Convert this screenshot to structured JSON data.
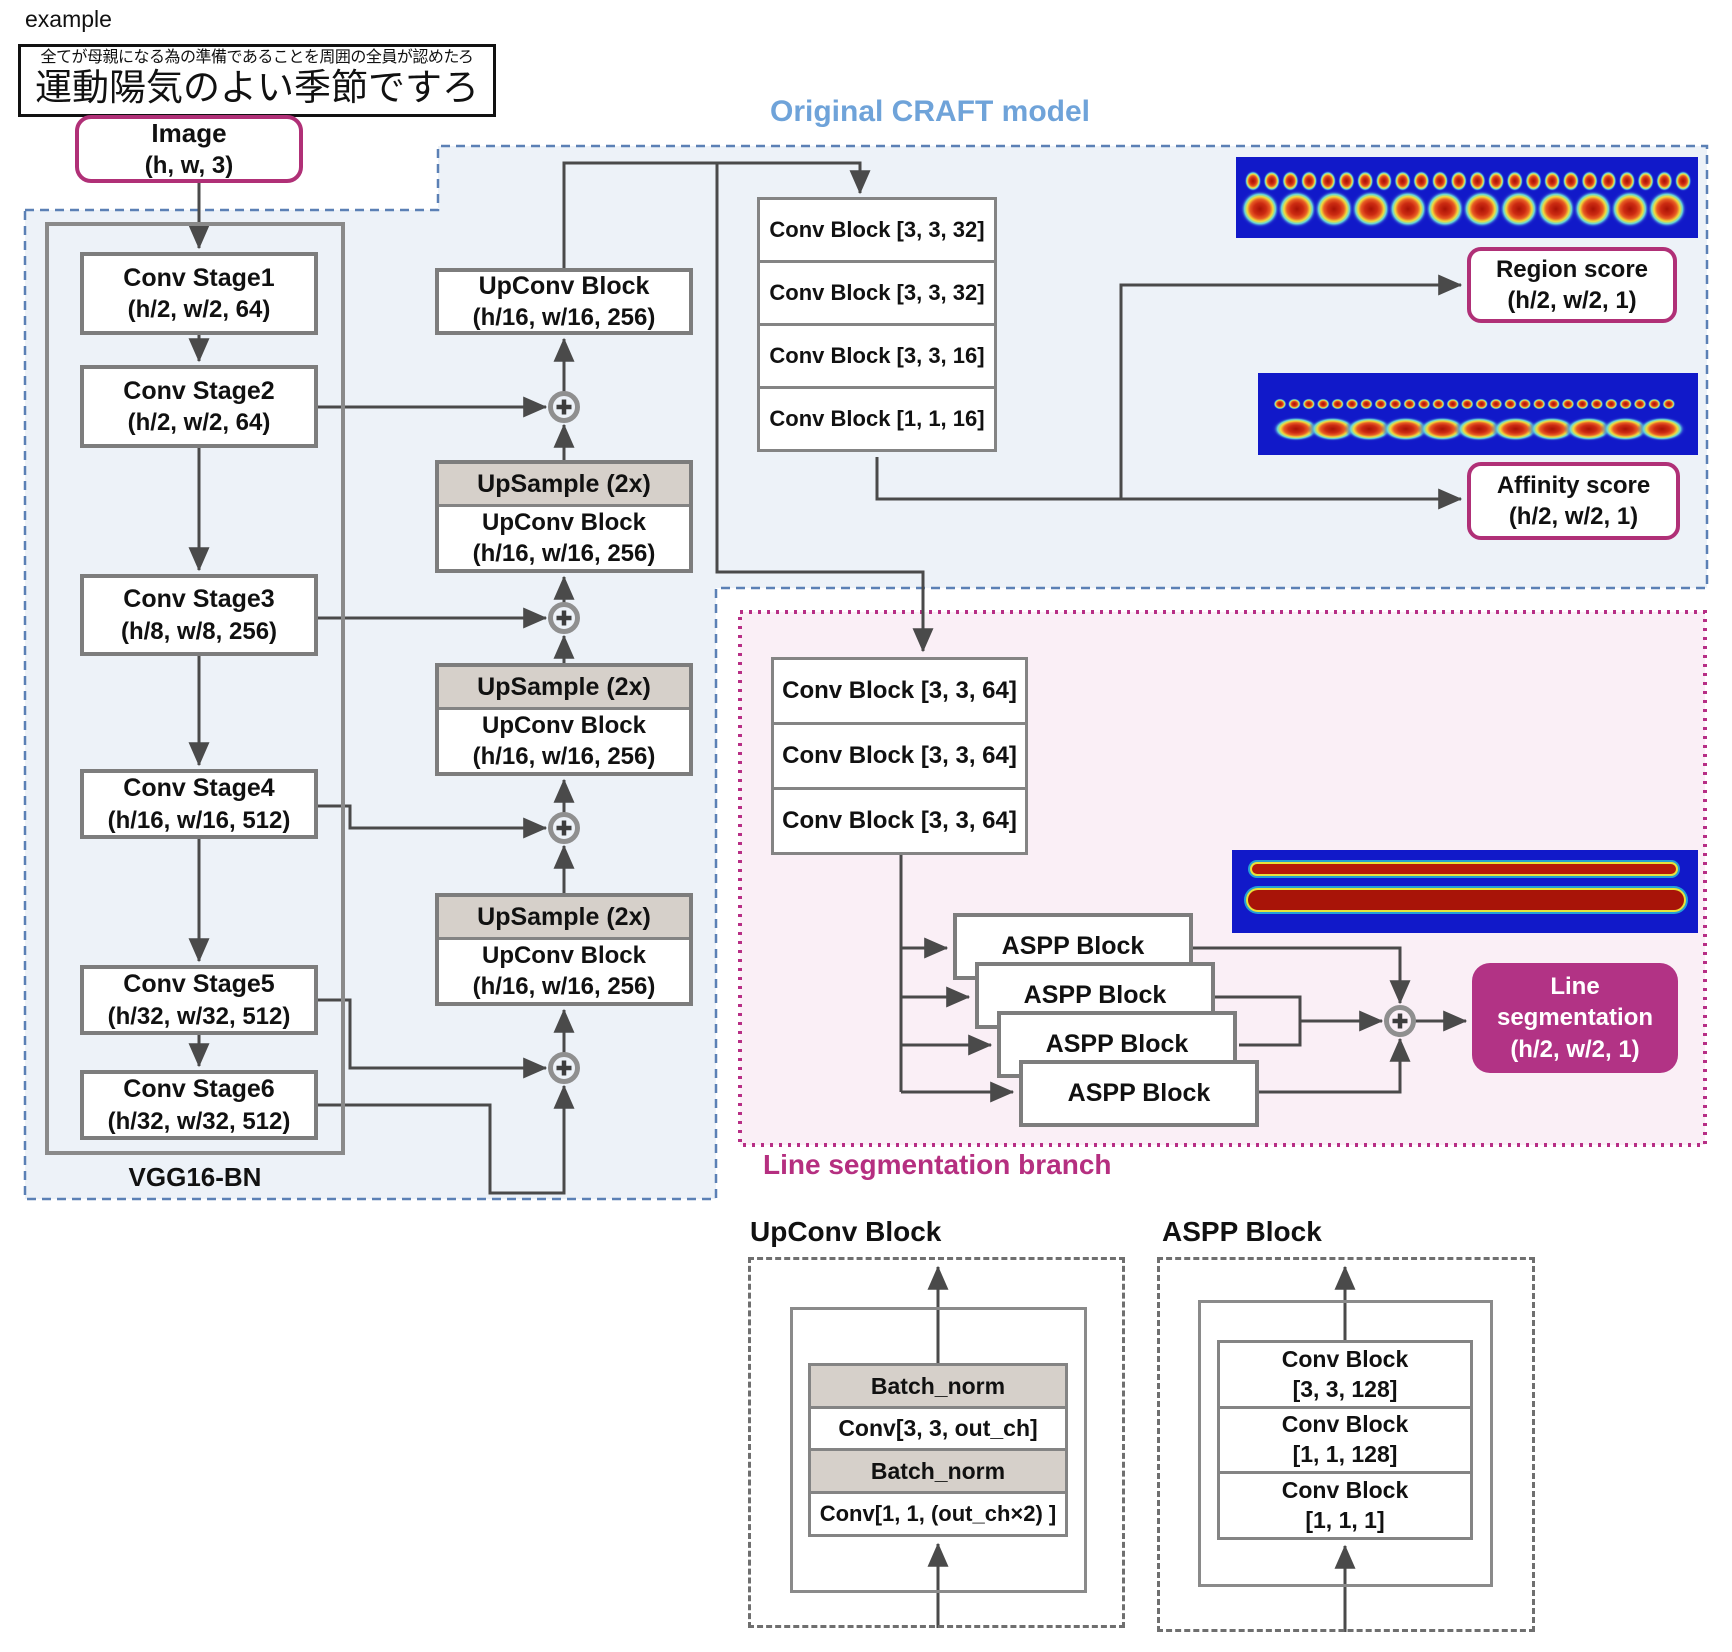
{
  "example_label": "example",
  "sample": {
    "line1": "全てが母親になる為の準備であることを周囲の全員が認めたろ",
    "line2": "運動陽気のよい季節ですろ"
  },
  "input": {
    "title": "Image",
    "shape": "(h, w, 3)"
  },
  "backbone": {
    "label": "VGG16-BN",
    "stages": [
      {
        "name": "Conv Stage1",
        "shape": "(h/2, w/2, 64)"
      },
      {
        "name": "Conv Stage2",
        "shape": "(h/2, w/2, 64)"
      },
      {
        "name": "Conv Stage3",
        "shape": "(h/8, w/8, 256)"
      },
      {
        "name": "Conv Stage4",
        "shape": "(h/16, w/16, 512)"
      },
      {
        "name": "Conv Stage5",
        "shape": "(h/32, w/32, 512)"
      },
      {
        "name": "Conv Stage6",
        "shape": "(h/32, w/32, 512)"
      }
    ]
  },
  "decoder": {
    "top": {
      "name": "UpConv Block",
      "shape": "(h/16, w/16, 256)"
    },
    "ups": [
      {
        "header": "UpSample (2x)",
        "name": "UpConv Block",
        "shape": "(h/16, w/16, 256)"
      },
      {
        "header": "UpSample (2x)",
        "name": "UpConv Block",
        "shape": "(h/16, w/16, 256)"
      },
      {
        "header": "UpSample (2x)",
        "name": "UpConv Block",
        "shape": "(h/16, w/16, 256)"
      }
    ]
  },
  "craft": {
    "title": "Original CRAFT model",
    "head": [
      "Conv Block [3, 3, 32]",
      "Conv Block [3, 3, 32]",
      "Conv Block [3, 3, 16]",
      "Conv Block [1, 1, 16]"
    ],
    "region": {
      "name": "Region score",
      "shape": "(h/2, w/2, 1)"
    },
    "affinity": {
      "name": "Affinity score",
      "shape": "(h/2, w/2, 1)"
    }
  },
  "branch": {
    "title": "Line segmentation branch",
    "convs": [
      "Conv Block [3, 3, 64]",
      "Conv Block [3, 3, 64]",
      "Conv Block [3, 3, 64]"
    ],
    "aspp": [
      "ASPP Block",
      "ASPP Block",
      "ASPP Block",
      "ASPP Block"
    ],
    "output": {
      "l1": "Line",
      "l2": "segmentation",
      "shape": "(h/2, w/2, 1)"
    }
  },
  "upconv_detail": {
    "title": "UpConv Block",
    "layers": [
      "Batch_norm",
      "Conv[3, 3, out_ch]",
      "Batch_norm",
      "Conv[1, 1, (out_ch×2) ]"
    ]
  },
  "aspp_detail": {
    "title": "ASPP Block",
    "rows": [
      {
        "t": "Conv Block",
        "s": "[3, 3, 128]"
      },
      {
        "t": "Conv Block",
        "s": "[1, 1, 128]"
      },
      {
        "t": "Conv Block",
        "s": "[1, 1, 1]"
      }
    ]
  },
  "colors": {
    "accent_blue": "#6fa3d9",
    "accent_magenta": "#b52f80",
    "magenta_border": "#b03077",
    "output_fill": "#b23385",
    "box_border": "#7d7d7d",
    "connector": "#4a4a4a",
    "region_bg_blue": "#edf2f8",
    "region_bg_pink": "#faeff6",
    "upsample_gray": "#d6d0ca",
    "heatmap_blue": "#1119c9"
  }
}
